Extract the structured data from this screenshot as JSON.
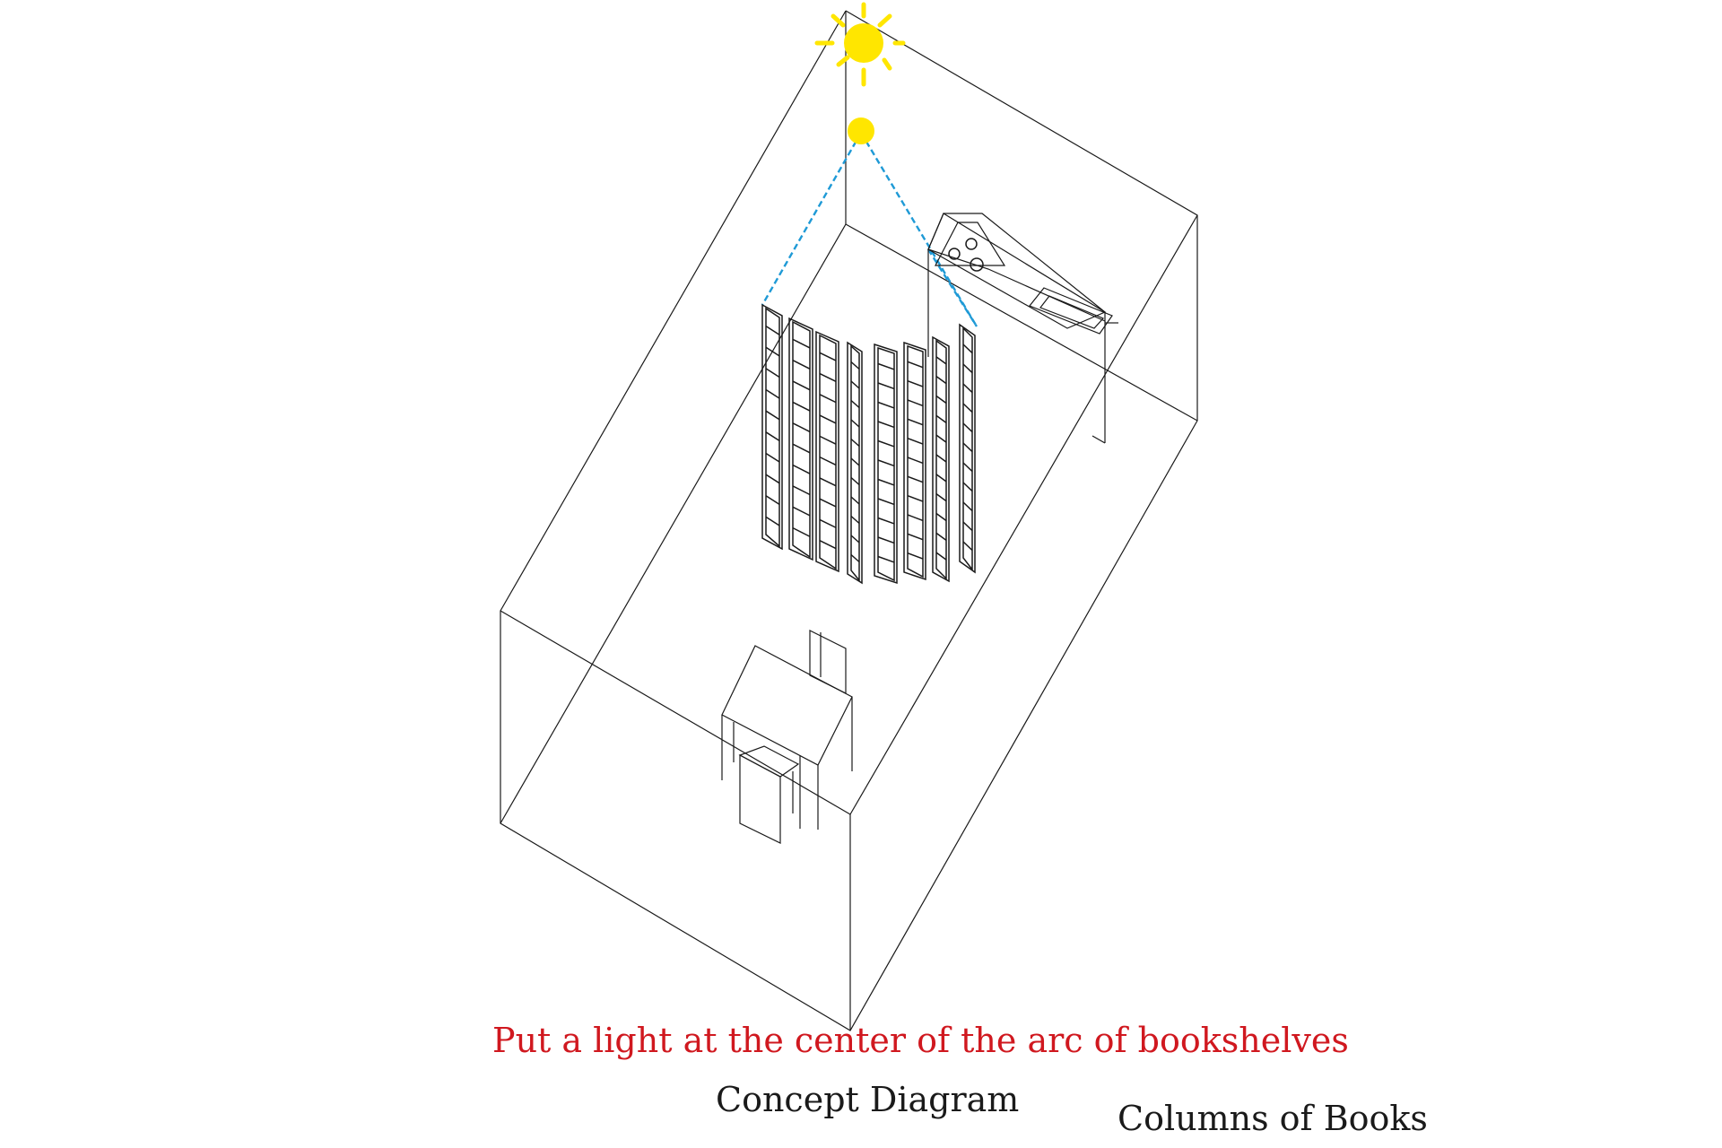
{
  "annotation": "Put a light at the center of the arc of bookshelves",
  "title": "Concept Diagram",
  "subtitle": "Columns of Books",
  "colors": {
    "annotation": "#d0181f",
    "sun": "#ffe600",
    "light_beam": "#1f9ad6",
    "lines": "#1a1a1a"
  },
  "elements": {
    "room": "room-box",
    "sun": "sun-icon",
    "ceiling_light": "ceiling-light",
    "bookshelves": "bookshelf-arc",
    "kitchen": "kitchen-counter",
    "table": "dining-table",
    "chairs": "chair"
  }
}
